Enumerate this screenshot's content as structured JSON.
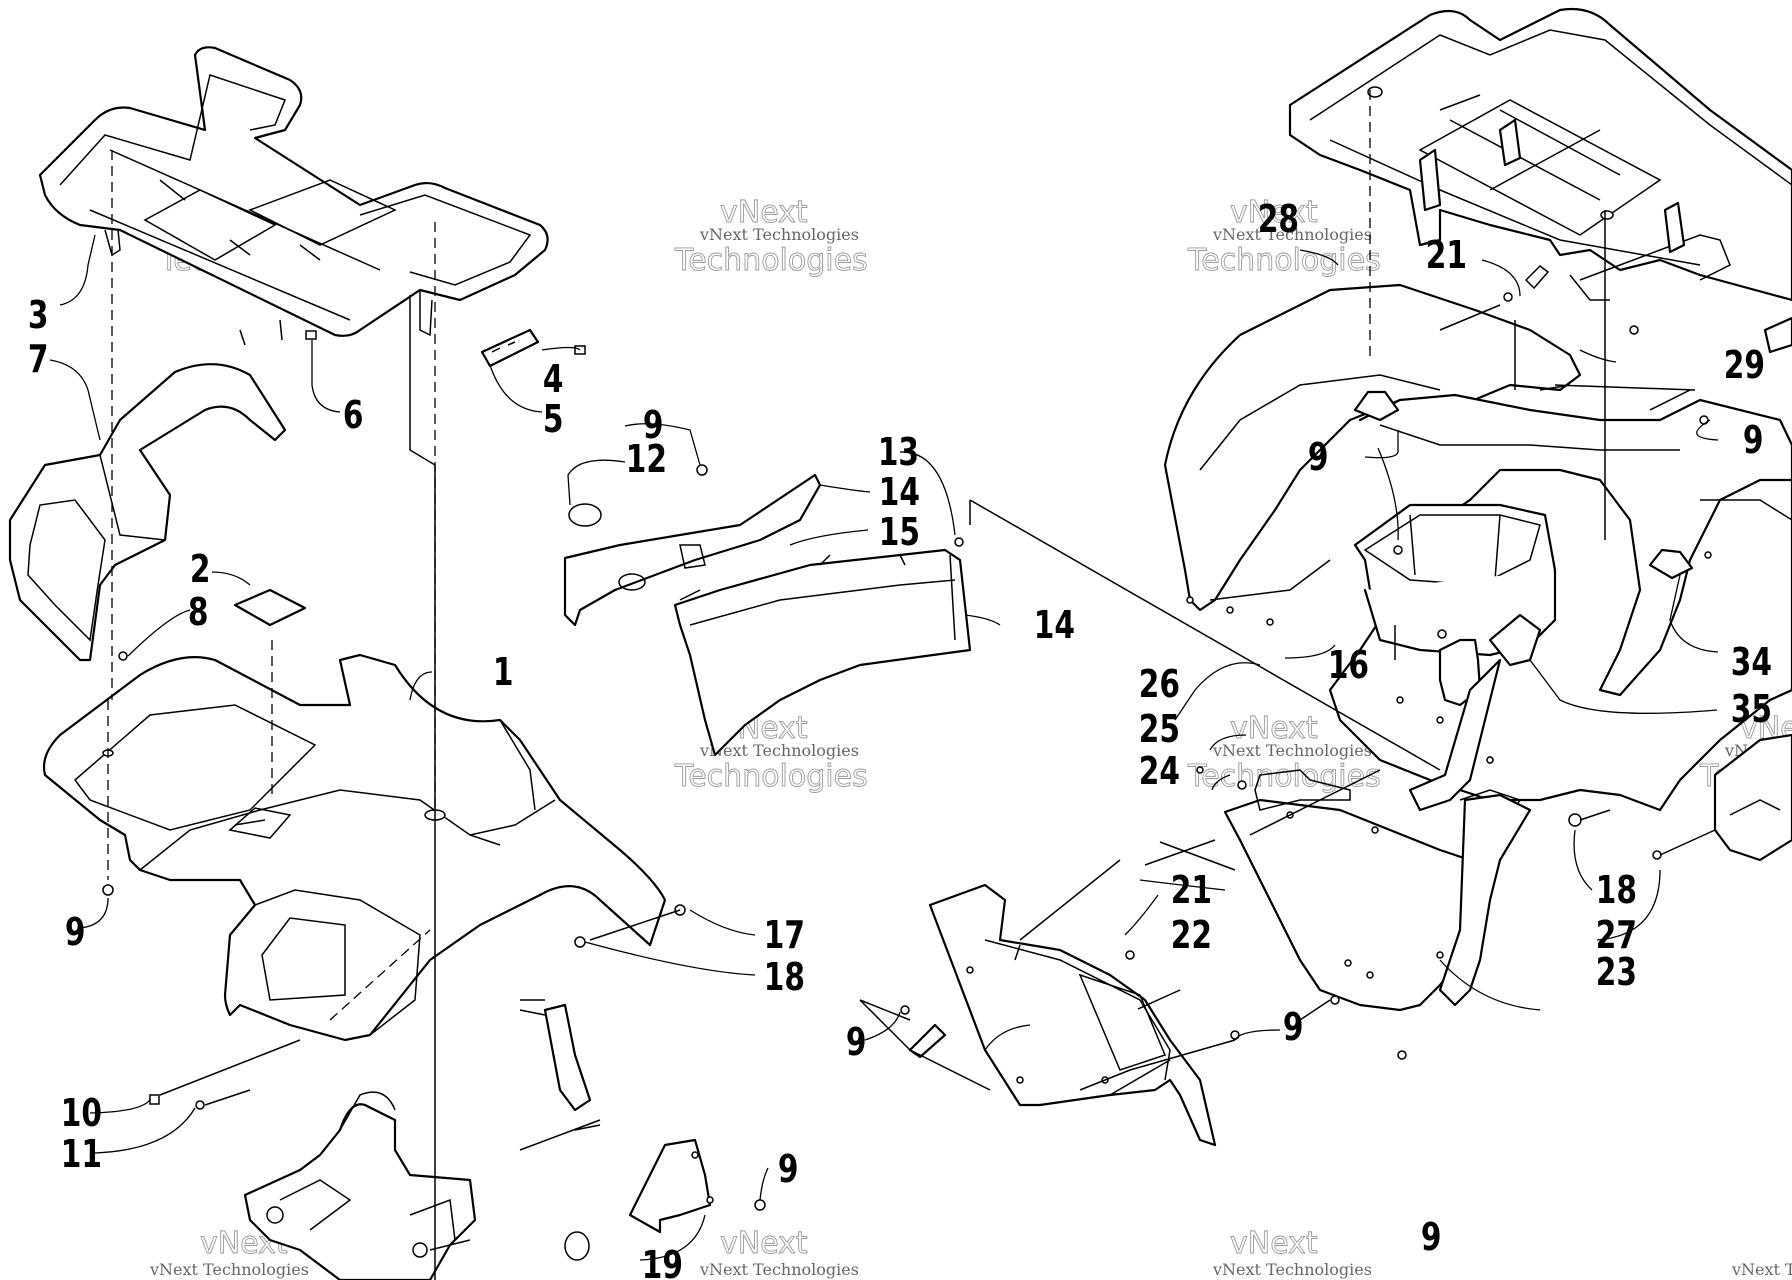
{
  "callouts": [
    {
      "id": "c1",
      "text": "1"
    },
    {
      "id": "c2",
      "text": "2"
    },
    {
      "id": "c3",
      "text": "3"
    },
    {
      "id": "c4",
      "text": "4"
    },
    {
      "id": "c5",
      "text": "5"
    },
    {
      "id": "c6",
      "text": "6"
    },
    {
      "id": "c7",
      "text": "7"
    },
    {
      "id": "c8",
      "text": "8"
    },
    {
      "id": "c9a",
      "text": "9"
    },
    {
      "id": "c9b",
      "text": "9"
    },
    {
      "id": "c9c",
      "text": "9"
    },
    {
      "id": "c9d",
      "text": "9"
    },
    {
      "id": "c9e",
      "text": "9"
    },
    {
      "id": "c9f",
      "text": "9"
    },
    {
      "id": "c9g",
      "text": "9"
    },
    {
      "id": "c10",
      "text": "10"
    },
    {
      "id": "c11",
      "text": "11"
    },
    {
      "id": "c12",
      "text": "12"
    },
    {
      "id": "c13",
      "text": "13"
    },
    {
      "id": "c14a",
      "text": "14"
    },
    {
      "id": "c14b",
      "text": "14"
    },
    {
      "id": "c15",
      "text": "15"
    },
    {
      "id": "c16",
      "text": "16"
    },
    {
      "id": "c17",
      "text": "17"
    },
    {
      "id": "c18a",
      "text": "18"
    },
    {
      "id": "c18b",
      "text": "18"
    },
    {
      "id": "c19",
      "text": "19"
    },
    {
      "id": "c21a",
      "text": "21"
    },
    {
      "id": "c21b",
      "text": "21"
    },
    {
      "id": "c22",
      "text": "22"
    },
    {
      "id": "c23",
      "text": "23"
    },
    {
      "id": "c24",
      "text": "24"
    },
    {
      "id": "c25",
      "text": "25"
    },
    {
      "id": "c26",
      "text": "26"
    },
    {
      "id": "c27",
      "text": "27"
    },
    {
      "id": "c28",
      "text": "28"
    },
    {
      "id": "c29",
      "text": "29"
    },
    {
      "id": "c9h",
      "text": "9"
    },
    {
      "id": "c34",
      "text": "34"
    },
    {
      "id": "c35",
      "text": "35"
    }
  ],
  "watermark": {
    "line1": "vNext Technologies",
    "line2": "vNext",
    "line3": "Technologies"
  }
}
